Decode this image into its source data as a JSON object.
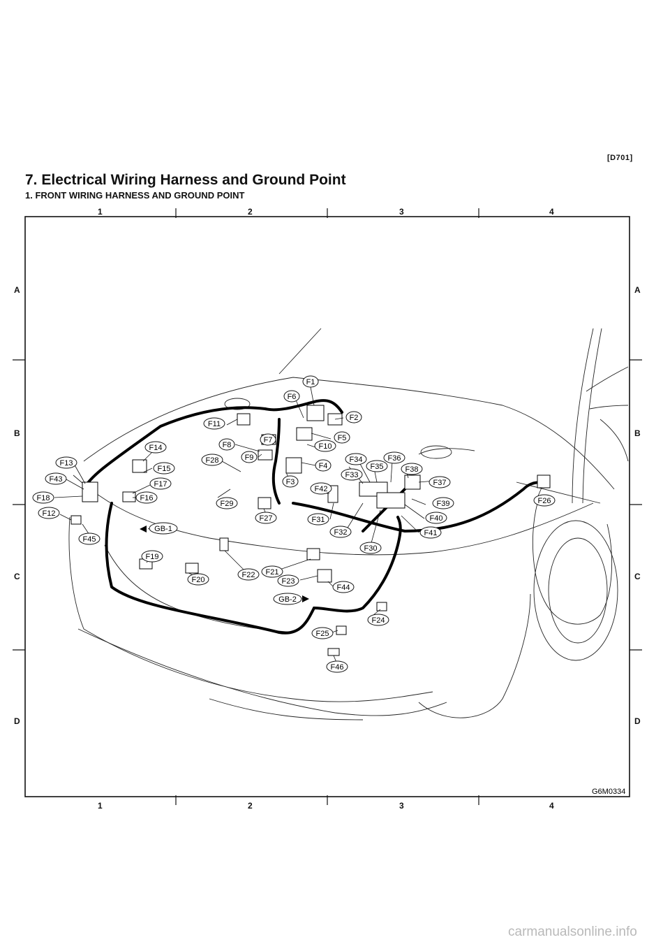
{
  "header": {
    "doc_code": "[D701]",
    "title": "7. Electrical Wiring Harness and Ground Point",
    "subtitle": "1. FRONT WIRING HARNESS AND GROUND POINT"
  },
  "grid": {
    "columns": [
      "1",
      "2",
      "3",
      "4"
    ],
    "rows": [
      "A",
      "B",
      "C",
      "D"
    ]
  },
  "figure_code": "G6M0334",
  "connectors": [
    "F1",
    "F2",
    "F3",
    "F4",
    "F5",
    "F6",
    "F7",
    "F8",
    "F9",
    "F10",
    "F11",
    "F12",
    "F13",
    "F14",
    "F15",
    "F16",
    "F17",
    "F18",
    "F19",
    "F20",
    "F21",
    "F22",
    "F23",
    "F24",
    "F25",
    "F26",
    "F27",
    "F28",
    "F29",
    "F30",
    "F31",
    "F32",
    "F33",
    "F34",
    "F35",
    "F36",
    "F37",
    "F38",
    "F39",
    "F40",
    "F41",
    "F42",
    "F43",
    "F44",
    "F45",
    "F46"
  ],
  "grounds": [
    "GB-1",
    "GB-2"
  ],
  "watermark": "carmanualsonline.info"
}
